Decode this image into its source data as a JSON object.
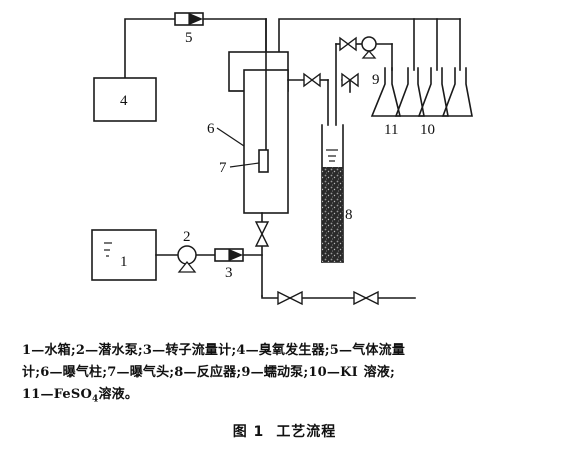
{
  "labels": {
    "water_tank": "1",
    "submersible_pump": "2",
    "rotor_flowmeter": "3",
    "ozone_generator": "4",
    "gas_flowmeter": "5",
    "aeration_column": "6",
    "aeration_head": "7",
    "reactor": "8",
    "peristaltic_pump": "9",
    "ki_solution": "10",
    "feso4_solution": "11"
  },
  "caption": {
    "line1": "1—水箱;2—潜水泵;3—转子流量计;4—臭氧发生器;5—气体流量",
    "line2": "计;6—曝气柱;7—曝气头;8—反应器;9—蠕动泵;10—KI 溶液;",
    "line3_prefix": "11—FeSO",
    "line3_sub": "4",
    "line3_suffix": "溶液。"
  },
  "figure": {
    "number": "图 1",
    "title": "工艺流程"
  }
}
